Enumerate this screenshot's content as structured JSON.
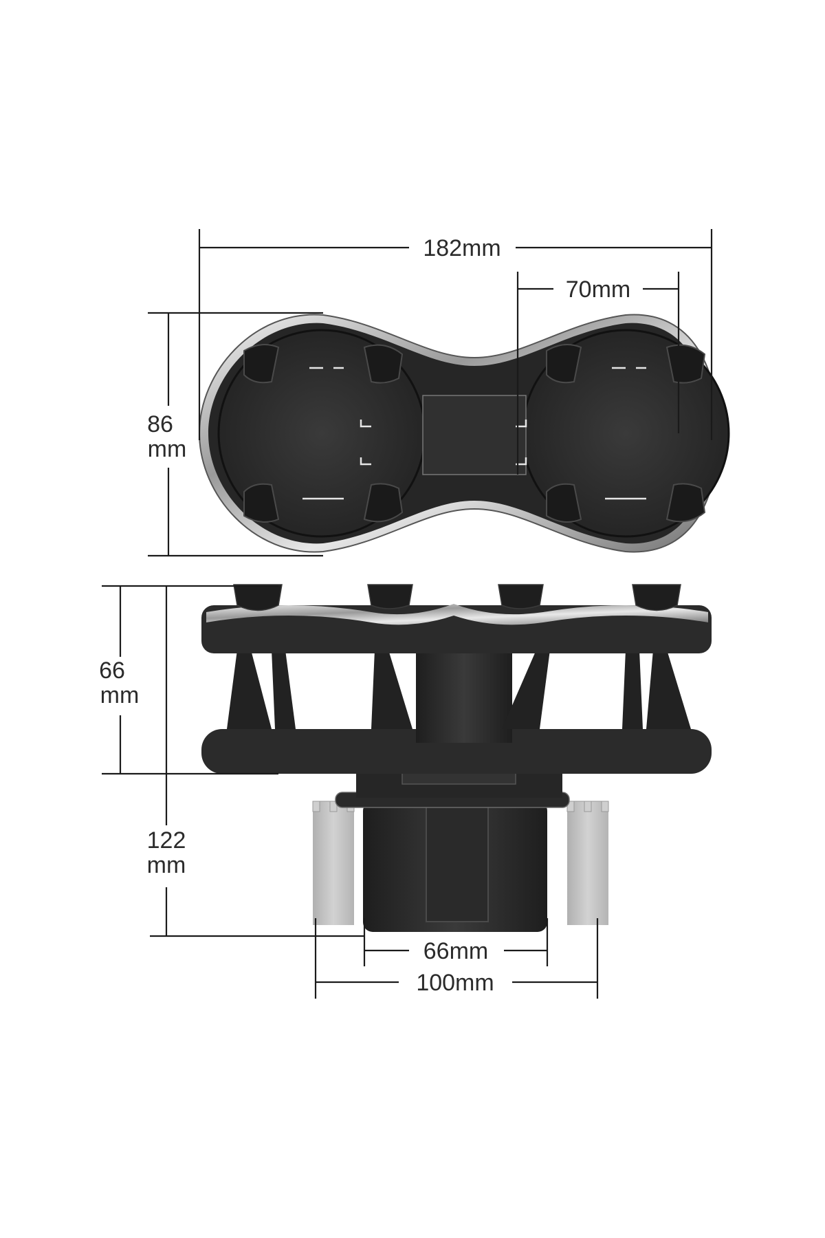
{
  "dimensions": {
    "overall_width": "182mm",
    "cup_diameter": "70mm",
    "depth_value": "86",
    "depth_unit": "mm",
    "holder_height_value": "66",
    "holder_height_unit": "mm",
    "total_height_value": "122",
    "total_height_unit": "mm",
    "base_min_diameter": "66mm",
    "base_max_diameter": "100mm"
  },
  "colors": {
    "product_body": "#2e2e2e",
    "chrome_trim": "#c9c9c9",
    "expander_gray": "#bdbdbd",
    "dimension_lines": "#1a1a1a"
  }
}
